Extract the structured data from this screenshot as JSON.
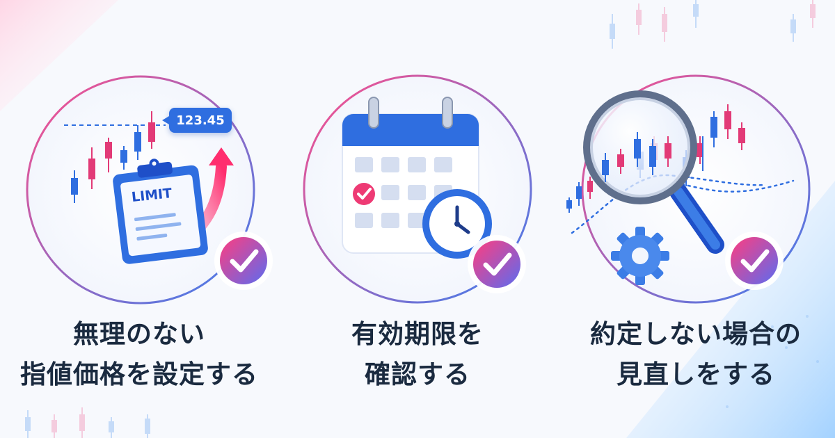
{
  "panels": [
    {
      "caption_line1": "無理のない",
      "caption_line2": "指値価格を設定する",
      "price": "123.45",
      "clipboard_label": "LIMIT",
      "icons": [
        "candlestick-chart-icon",
        "price-tag-icon",
        "clipboard-icon",
        "up-arrow-icon",
        "check-badge-icon"
      ]
    },
    {
      "caption_line1": "有効期限を",
      "caption_line2": "確認する",
      "icons": [
        "calendar-icon",
        "clock-icon",
        "check-badge-icon"
      ]
    },
    {
      "caption_line1": "約定しない場合の",
      "caption_line2": "見直しをする",
      "icons": [
        "magnifier-icon",
        "gear-icon",
        "candlestick-chart-icon",
        "check-badge-icon"
      ]
    }
  ],
  "colors": {
    "accent_pink": "#ee3a74",
    "accent_blue": "#2f6ee0",
    "caption_text": "#1a2a3f"
  }
}
